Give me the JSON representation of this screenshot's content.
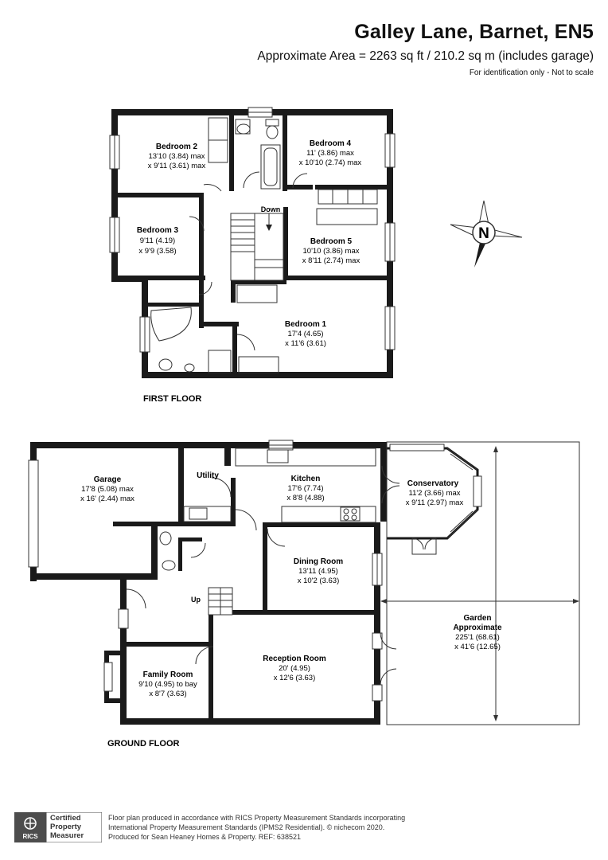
{
  "header": {
    "title": "Galley Lane, Barnet, EN5",
    "area": "Approximate Area = 2263 sq ft / 210.2 sq m (includes garage)",
    "note": "For identification only - Not to scale"
  },
  "compass": {
    "letter": "N"
  },
  "first_floor": {
    "label": "FIRST FLOOR",
    "rooms": {
      "bed2": {
        "name": "Bedroom 2",
        "d1": "13'10 (3.84) max",
        "d2": "x 9'11 (3.61) max"
      },
      "bed4": {
        "name": "Bedroom 4",
        "d1": "11' (3.86) max",
        "d2": "x 10'10 (2.74) max"
      },
      "bed3": {
        "name": "Bedroom 3",
        "d1": "9'11 (4.19)",
        "d2": "x 9'9 (3.58)"
      },
      "bed5": {
        "name": "Bedroom 5",
        "d1": "10'10 (3.86) max",
        "d2": "x 8'11 (2.74) max"
      },
      "bed1": {
        "name": "Bedroom 1",
        "d1": "17'4 (4.65)",
        "d2": "x 11'6 (3.61)"
      }
    },
    "stairs_label": "Down"
  },
  "ground_floor": {
    "label": "GROUND FLOOR",
    "rooms": {
      "garage": {
        "name": "Garage",
        "d1": "17'8 (5.08) max",
        "d2": "x 16' (2.44) max"
      },
      "utility": {
        "name": "Utility"
      },
      "kitchen": {
        "name": "Kitchen",
        "d1": "17'6 (7.74)",
        "d2": "x 8'8 (4.88)"
      },
      "conservatory": {
        "name": "Conservatory",
        "d1": "11'2 (3.66) max",
        "d2": "x 9'11 (2.97) max"
      },
      "dining": {
        "name": "Dining Room",
        "d1": "13'11 (4.95)",
        "d2": "x 10'2 (3.63)"
      },
      "garden": {
        "name": "Garden",
        "name2": "Approximate",
        "d1": "225'1 (68.61)",
        "d2": "x 41'6 (12.65)"
      },
      "reception": {
        "name": "Reception Room",
        "d1": "20' (4.95)",
        "d2": "x 12'6 (3.63)"
      },
      "family": {
        "name": "Family Room",
        "d1": "9'10 (4.95) to bay",
        "d2": "x 8'7 (3.63)"
      }
    },
    "stairs_label": "Up"
  },
  "footer": {
    "badge_line1": "Certified",
    "badge_line2": "Property",
    "badge_line3": "Measurer",
    "badge_logo": "RICS",
    "line1": "Floor plan produced in accordance with RICS Property Measurement Standards incorporating",
    "line2": "International Property Measurement Standards (IPMS2 Residential).  © nichecom 2020.",
    "line3": "Produced for Sean Heaney Homes & Property.   REF: 638521"
  }
}
